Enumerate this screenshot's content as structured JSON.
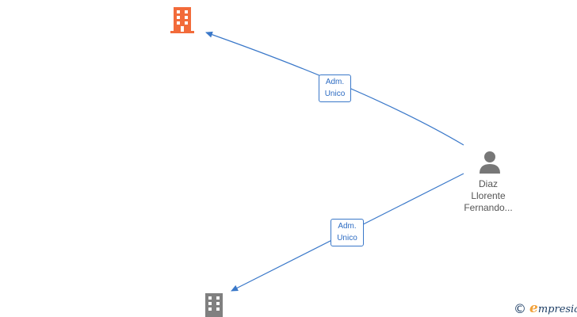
{
  "colors": {
    "edge": "#3a78c9",
    "company_active": "#f26b3a",
    "company_inactive": "#808080",
    "person": "#777777"
  },
  "nodes": {
    "company_top": {
      "icon": "building-icon",
      "color": "#f26b3a"
    },
    "company_bottom": {
      "icon": "building-icon",
      "color": "#808080"
    },
    "person": {
      "icon": "person-icon",
      "name_lines": [
        "Diaz",
        "Llorente",
        "Fernando..."
      ]
    }
  },
  "edges": [
    {
      "from": "person",
      "to": "company_top",
      "label_lines": [
        "Adm.",
        "Unico"
      ]
    },
    {
      "from": "person",
      "to": "company_bottom",
      "label_lines": [
        "Adm.",
        "Unico"
      ]
    }
  ],
  "watermark": {
    "copyright": "©",
    "brand_initial": "e",
    "brand_rest": "mpresia"
  }
}
